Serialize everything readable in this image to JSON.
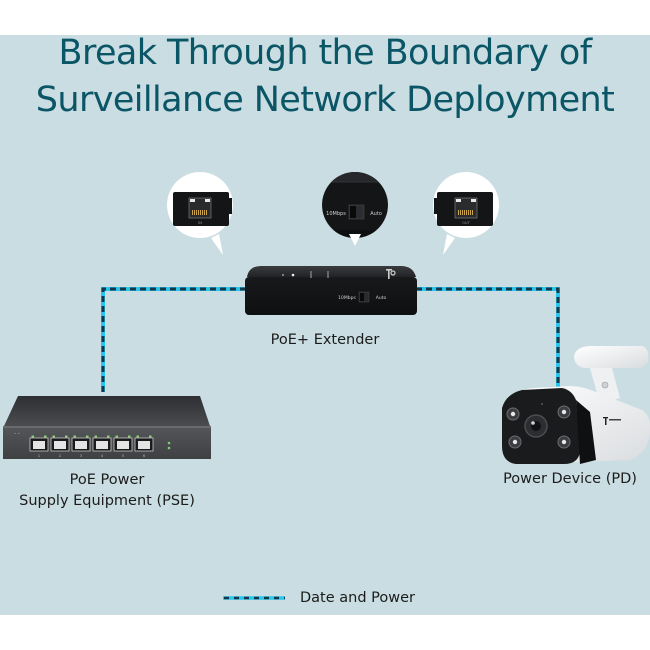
{
  "title": {
    "line1": "Break Through the Boundary of",
    "line2": "Surveillance Network Deployment"
  },
  "colors": {
    "background": "#c9dde2",
    "title": "#0b5666",
    "wire_base": "#28c6ee",
    "wire_dash": "#13384a",
    "device_body": "#1e1f21"
  },
  "callouts": [
    {
      "name": "input-port-callout",
      "port_label": "IN",
      "icon": "ethernet-port-icon"
    },
    {
      "name": "speed-switch-callout",
      "left_label": "10Mbps",
      "right_label": "Auto",
      "icon": "slide-switch-icon"
    },
    {
      "name": "output-port-callout",
      "port_label": "OUT",
      "icon": "ethernet-port-icon"
    }
  ],
  "devices": {
    "extender": {
      "label": "PoE+ Extender",
      "switch_left": "10Mbps",
      "switch_right": "Auto"
    },
    "pse": {
      "label_line1": "PoE Power",
      "label_line2": "Supply Equipment (PSE)",
      "port_count": 6,
      "port_numbers": [
        "1",
        "2",
        "3",
        "4",
        "5",
        "6"
      ]
    },
    "pd": {
      "label": "Power Device (PD)"
    }
  },
  "legend": {
    "label": "Date and Power",
    "icon": "dashed-line-icon"
  }
}
